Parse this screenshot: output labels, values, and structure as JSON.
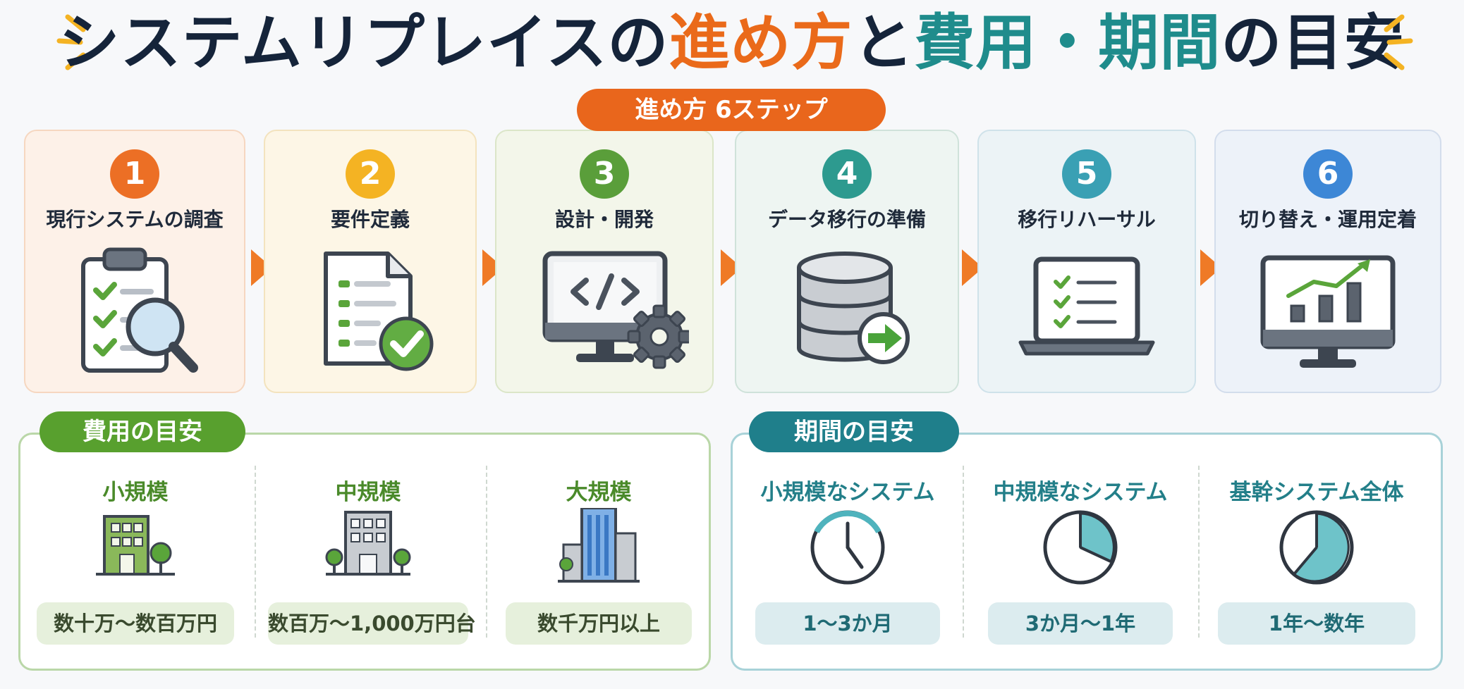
{
  "title": {
    "part1": "システムリプレイスの",
    "part2": "進め方",
    "part3": "と",
    "part4": "費用・期間",
    "part5": "の目安"
  },
  "steps_header": "進め方 6ステップ",
  "steps": [
    {
      "num": "1",
      "label": "現行システムの調査",
      "icon": "clipboard-magnifier-icon"
    },
    {
      "num": "2",
      "label": "要件定義",
      "icon": "document-check-icon"
    },
    {
      "num": "3",
      "label": "設計・開発",
      "icon": "monitor-code-gear-icon"
    },
    {
      "num": "4",
      "label": "データ移行の準備",
      "icon": "database-arrow-icon"
    },
    {
      "num": "5",
      "label": "移行リハーサル",
      "icon": "laptop-checklist-icon"
    },
    {
      "num": "6",
      "label": "切り替え・運用定着",
      "icon": "monitor-growth-chart-icon"
    }
  ],
  "cost": {
    "header": "費用の目安",
    "items": [
      {
        "title": "小規模",
        "value": "数十万～数百万円",
        "icon": "small-building-icon"
      },
      {
        "title": "中規模",
        "value": "数百万～1,000万円台",
        "icon": "medium-building-icon"
      },
      {
        "title": "大規模",
        "value": "数千万円以上",
        "icon": "large-building-icon"
      }
    ]
  },
  "period": {
    "header": "期間の目安",
    "items": [
      {
        "title": "小規模なシステム",
        "value": "1～3か月",
        "icon": "clock-icon"
      },
      {
        "title": "中規模なシステム",
        "value": "3か月～1年",
        "icon": "clock-icon"
      },
      {
        "title": "基幹システム全体",
        "value": "1年～数年",
        "icon": "clock-icon"
      }
    ]
  },
  "colors": {
    "orange": "#ea6a1a",
    "teal": "#1f8c8c",
    "green": "#58a02e",
    "navy": "#15243a"
  }
}
